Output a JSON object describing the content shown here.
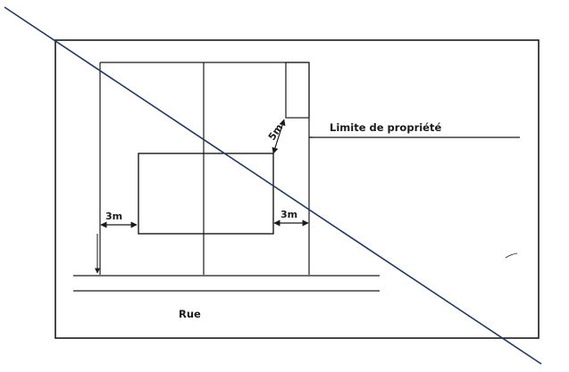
{
  "labels": {
    "property_limit": "Limite de propriété",
    "street": "Rue",
    "setback_left": "3m",
    "setback_right": "3m",
    "setback_diagonal": "5m"
  },
  "colors": {
    "ink": "#1a1a1a",
    "strike_line": "#1f3864",
    "background": "#ffffff"
  }
}
